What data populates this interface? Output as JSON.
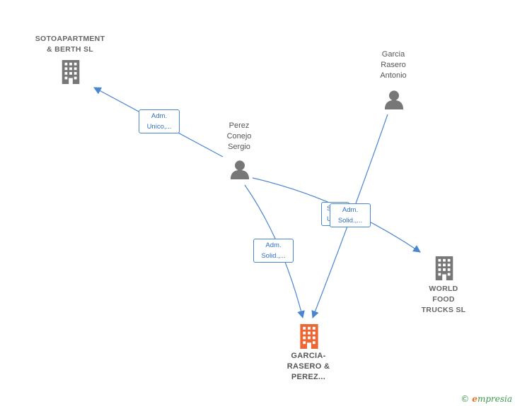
{
  "nodes": {
    "sotoapartment": {
      "label": "SOTOAPARTMENT\n& BERTH  SL",
      "icon": "building-icon",
      "color": "#777777"
    },
    "world_food": {
      "label": "WORLD\nFOOD\nTRUCKS  SL",
      "icon": "building-icon",
      "color": "#777777"
    },
    "garcia_rasero_perez": {
      "label": "GARCIA-\nRASERO &\nPEREZ...",
      "icon": "building-icon",
      "color": "#ee6633"
    },
    "perez_conejo": {
      "label": "Perez\nConejo\nSergio",
      "icon": "person-icon",
      "color": "#777777"
    },
    "garcia_rasero": {
      "label": "Garcia\nRasero\nAntonio",
      "icon": "person-icon",
      "color": "#777777"
    }
  },
  "edges": {
    "perez_to_soto": "Adm.\nUnico,...",
    "perez_to_main": "Adm.\nSolid.,...",
    "perez_to_world_hidden": "S\nU",
    "garcia_to_main": "Adm.\nSolid.,..."
  },
  "colors": {
    "edge": "#4a86d0",
    "icon_gray": "#777777",
    "icon_main": "#ee6633"
  },
  "brand": {
    "copyright": "©",
    "name_initial": "e",
    "name_rest": "mpresia"
  }
}
